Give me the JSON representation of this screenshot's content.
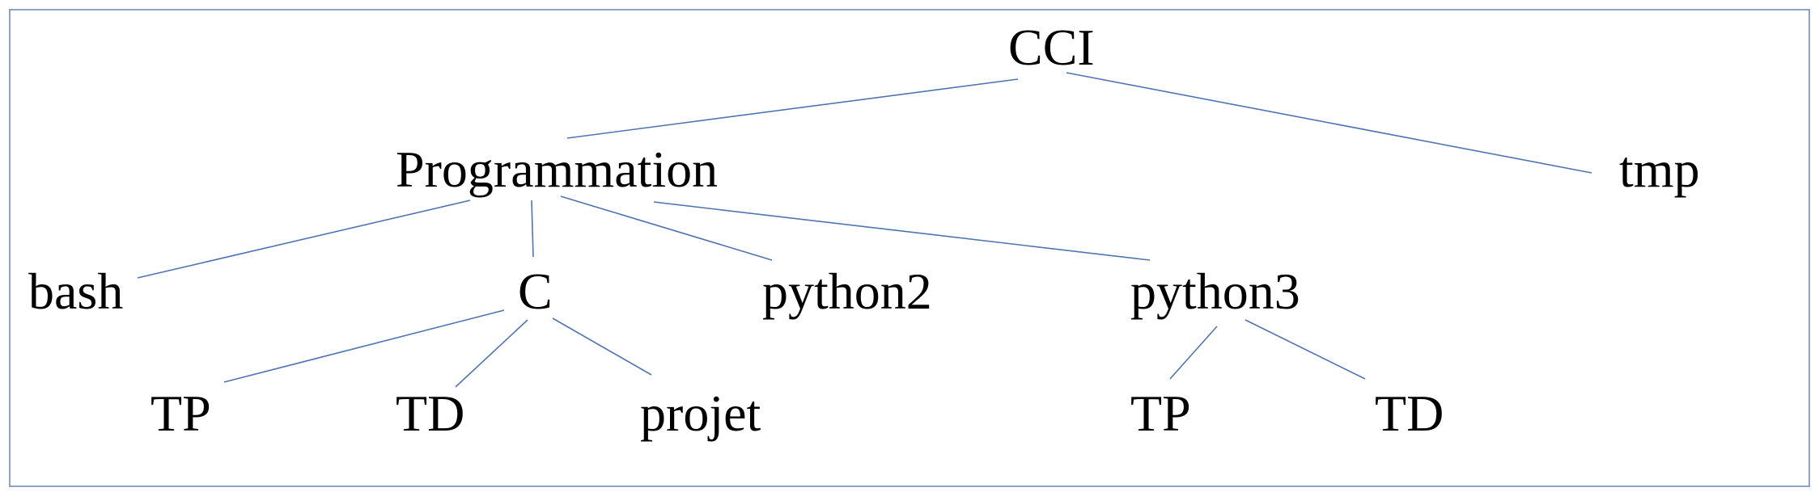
{
  "tree": {
    "nodes": [
      {
        "id": "cci",
        "label": "CCI"
      },
      {
        "id": "programmation",
        "label": "Programmation"
      },
      {
        "id": "tmp",
        "label": "tmp"
      },
      {
        "id": "bash",
        "label": "bash"
      },
      {
        "id": "c",
        "label": "C"
      },
      {
        "id": "python2",
        "label": "python2"
      },
      {
        "id": "python3",
        "label": "python3"
      },
      {
        "id": "c-tp",
        "label": "TP"
      },
      {
        "id": "c-td",
        "label": "TD"
      },
      {
        "id": "c-projet",
        "label": "projet"
      },
      {
        "id": "py3-tp",
        "label": "TP"
      },
      {
        "id": "py3-td",
        "label": "TD"
      }
    ],
    "edges": [
      {
        "from": "cci",
        "to": "programmation"
      },
      {
        "from": "cci",
        "to": "tmp"
      },
      {
        "from": "programmation",
        "to": "bash"
      },
      {
        "from": "programmation",
        "to": "c"
      },
      {
        "from": "programmation",
        "to": "python2"
      },
      {
        "from": "programmation",
        "to": "python3"
      },
      {
        "from": "c",
        "to": "c-tp"
      },
      {
        "from": "c",
        "to": "c-td"
      },
      {
        "from": "c",
        "to": "c-projet"
      },
      {
        "from": "python3",
        "to": "py3-tp"
      },
      {
        "from": "python3",
        "to": "py3-td"
      }
    ]
  },
  "colors": {
    "frame": "#8ea2c4",
    "edge": "#4f74b3",
    "text": "#000000"
  }
}
